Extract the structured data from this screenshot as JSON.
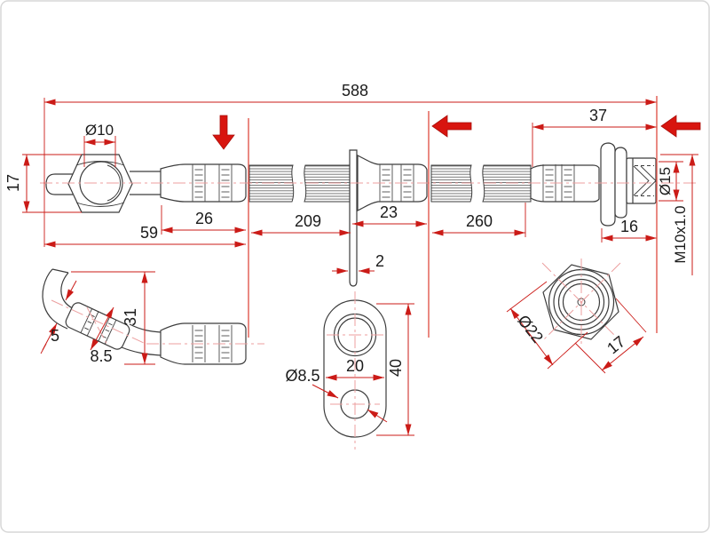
{
  "drawing": {
    "dimensions": {
      "overall_length": "588",
      "banjo_hole_dia": "Ø10",
      "banjo_height": "17",
      "left_collar_length": "26",
      "left_end_length": "59",
      "hose_run_1": "209",
      "mid_collar_length": "23",
      "bracket_thickness": "2",
      "hose_run_2": "260",
      "right_end_length": "37",
      "right_fitting_length": "16",
      "fitting_dia": "Ø15",
      "thread_spec": "M10x1.0",
      "pipe_stickout": "5",
      "ferrule_dia": "8.5",
      "bend_height": "31",
      "tab_hole_dia": "Ø8.5",
      "tab_width": "20",
      "tab_height": "40",
      "nut_dia": "Ø22",
      "nut_flats": "17"
    },
    "colors": {
      "background": "#ffffff",
      "outline": "#3c3c3c",
      "dimension_red": "#cb1b17",
      "section_line_red": "#e2574d",
      "arrow_red": "#d8150f",
      "centerline_pink": "#ec9f9f",
      "text": "#1b1b1b"
    }
  }
}
